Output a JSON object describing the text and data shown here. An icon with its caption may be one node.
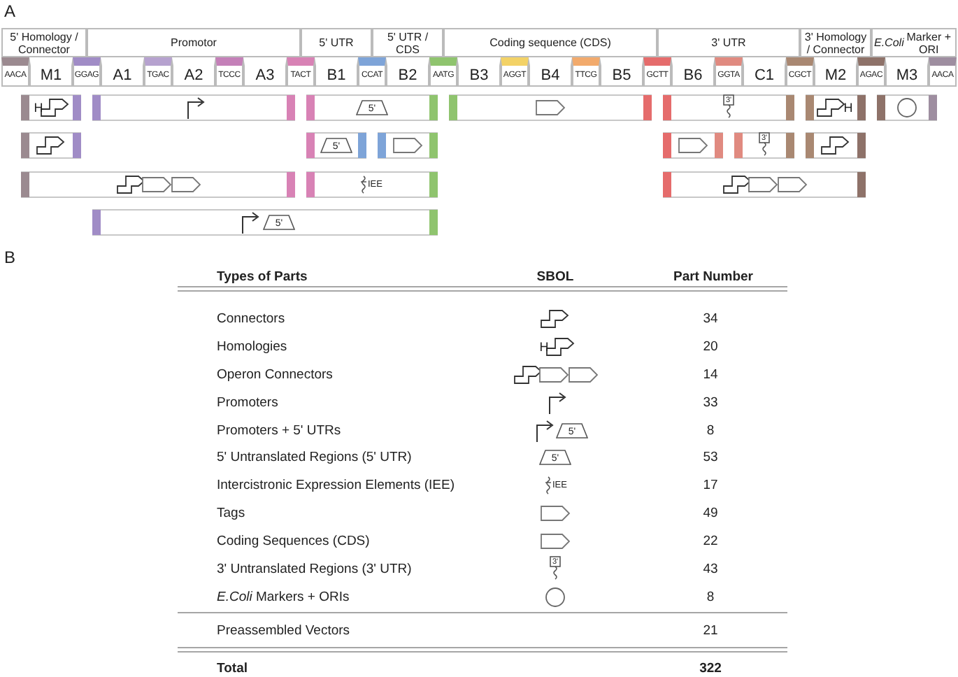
{
  "diagram": {
    "nodes": [
      {
        "text": [
          "5' Homology / Connector"
        ]
      },
      {
        "text": [
          "Promotor"
        ]
      },
      {
        "text": [
          "5' UTR"
        ]
      },
      {
        "text": [
          "5' UTR / CDS"
        ]
      },
      {
        "text": [
          "Coding sequence (CDS)"
        ]
      },
      {
        "text": [
          "3' UTR"
        ]
      },
      {
        "text": [
          "3' Homology / Connector"
        ]
      },
      {
        "text": [
          "*E.Coli* Marker + ORI"
        ]
      },
      {
        "text": [
          "AACA"
        ]
      },
      {
        "text": [
          "M1"
        ]
      },
      {
        "text": [
          "GGAG"
        ]
      },
      {
        "text": [
          "A1"
        ]
      },
      {
        "text": [
          "TGAC"
        ]
      },
      {
        "text": [
          "A2"
        ]
      },
      {
        "text": [
          "TCCC"
        ]
      },
      {
        "text": [
          "A3"
        ]
      },
      {
        "text": [
          "TACT"
        ]
      },
      {
        "text": [
          "B1"
        ]
      },
      {
        "text": [
          "CCAT"
        ]
      },
      {
        "text": [
          "B2"
        ]
      },
      {
        "text": [
          "AATG"
        ]
      },
      {
        "text": [
          "B3"
        ]
      },
      {
        "text": [
          "AGGT"
        ]
      },
      {
        "text": [
          "B4"
        ]
      },
      {
        "text": [
          "TTCG"
        ]
      },
      {
        "text": [
          "B5"
        ]
      },
      {
        "text": [
          "GCTT"
        ]
      },
      {
        "text": [
          "B6"
        ]
      },
      {
        "text": [
          "GGTA"
        ]
      },
      {
        "text": [
          "C1"
        ]
      },
      {
        "text": [
          "CGCT"
        ]
      },
      {
        "text": [
          "M2"
        ]
      },
      {
        "text": [
          "AGAC"
        ]
      },
      {
        "text": [
          "M3"
        ]
      },
      {
        "text": [
          "AACA"
        ]
      }
    ],
    "labels": [
      "A",
      "H",
      "5'",
      "3'",
      "H",
      "5'",
      "3'",
      "IEE",
      "5'",
      "B",
      "Types of Parts",
      "SBOL",
      "Part Number",
      "Connectors",
      "34",
      "Homologies",
      "H",
      "20",
      "Operon Connectors",
      "14",
      "Promoters",
      "33",
      "Promoters + 5' UTRs",
      "5'",
      "8",
      "5' Untranslated Regions (5' UTR)",
      "5'",
      "53",
      "Intercistronic Expression Elements (IEE)",
      "IEE",
      "17",
      "Tags",
      "49",
      "Coding Sequences (CDS)",
      "22",
      "3' Untranslated Regions (3' UTR)",
      "3'",
      "43",
      "*E.Coli* Markers + ORIs",
      "8",
      "Preassembled Vectors",
      "21",
      "Total",
      "322"
    ]
  }
}
